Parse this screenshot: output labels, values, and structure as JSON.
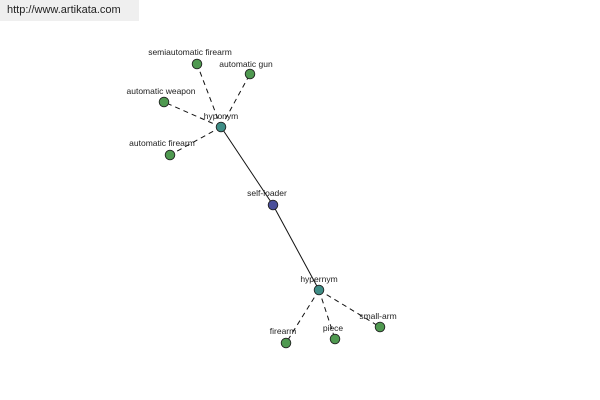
{
  "header": {
    "url": "http://www.artikata.com"
  },
  "graph": {
    "center": {
      "id": "self-loader",
      "label": "self-loader",
      "color": "#4a4f9a"
    },
    "groups": [
      {
        "id": "hyponym",
        "label": "hyponym",
        "color": "#3f8d86",
        "children": [
          {
            "id": "semiautomatic-firearm",
            "label": "semiautomatic firearm",
            "color": "#4f9950"
          },
          {
            "id": "automatic-gun",
            "label": "automatic gun",
            "color": "#4f9950"
          },
          {
            "id": "automatic-weapon",
            "label": "automatic weapon",
            "color": "#4f9950"
          },
          {
            "id": "automatic-firearm",
            "label": "automatic firearm",
            "color": "#4f9950"
          }
        ]
      },
      {
        "id": "hypernym",
        "label": "hypernym",
        "color": "#3f8d86",
        "children": [
          {
            "id": "firearm",
            "label": "firearm",
            "color": "#4f9950"
          },
          {
            "id": "piece",
            "label": "piece",
            "color": "#4f9950"
          },
          {
            "id": "small-arm",
            "label": "small-arm",
            "color": "#4f9950"
          }
        ]
      }
    ]
  }
}
